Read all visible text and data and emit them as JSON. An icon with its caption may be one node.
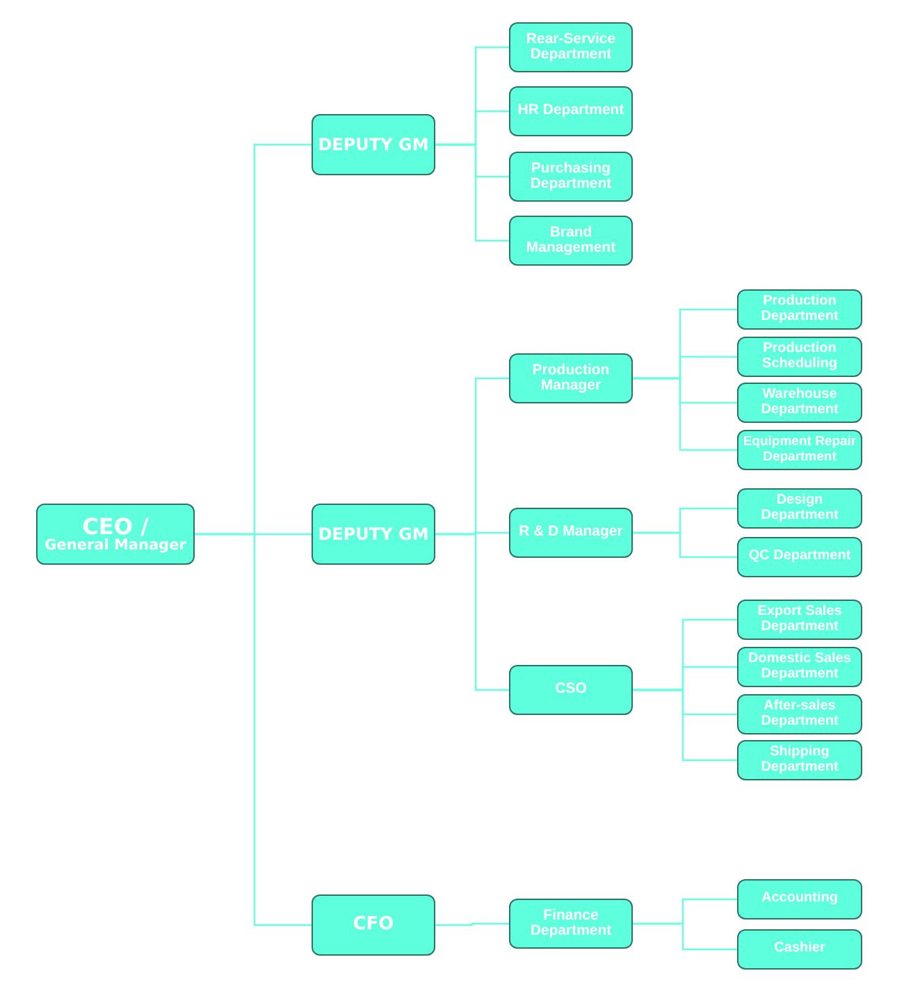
{
  "diagram": {
    "nodes": [
      {
        "text": [
          "CEO /",
          "General Manager"
        ]
      },
      {
        "text": [
          "DEPUTY GM"
        ]
      },
      {
        "text": [
          "Rear-Service Department"
        ]
      },
      {
        "text": [
          "HR Department"
        ]
      },
      {
        "text": [
          "Purchasing Department"
        ]
      },
      {
        "text": [
          "Brand Management"
        ]
      },
      {
        "text": [
          "DEPUTY GM"
        ]
      },
      {
        "text": [
          "Production Manager"
        ]
      },
      {
        "text": [
          "Production Department"
        ]
      },
      {
        "text": [
          "Production Scheduling"
        ]
      },
      {
        "text": [
          "Warehouse Department"
        ]
      },
      {
        "text": [
          "Equipment Repair Department"
        ]
      },
      {
        "text": [
          "R & D Manager"
        ]
      },
      {
        "text": [
          "Design Department"
        ]
      },
      {
        "text": [
          "QC Department"
        ]
      },
      {
        "text": [
          "CSO"
        ]
      },
      {
        "text": [
          "Export Sales Department"
        ]
      },
      {
        "text": [
          "Domestic Sales Department"
        ]
      },
      {
        "text": [
          "After-sales Department"
        ]
      },
      {
        "text": [
          "Shipping Department"
        ]
      },
      {
        "text": [
          "CFO"
        ]
      },
      {
        "text": [
          "Finance Department"
        ]
      },
      {
        "text": [
          "Accounting"
        ]
      },
      {
        "text": [
          "Cashier"
        ]
      }
    ],
    "edges": [
      {
        "from": 0,
        "to": 1,
        "arrow": "none"
      },
      {
        "from": 0,
        "to": 6,
        "arrow": "none"
      },
      {
        "from": 0,
        "to": 20,
        "arrow": "none"
      },
      {
        "from": 1,
        "to": 2,
        "arrow": "none"
      },
      {
        "from": 1,
        "to": 3,
        "arrow": "none"
      },
      {
        "from": 1,
        "to": 4,
        "arrow": "none"
      },
      {
        "from": 1,
        "to": 5,
        "arrow": "none"
      },
      {
        "from": 6,
        "to": 7,
        "arrow": "none"
      },
      {
        "from": 6,
        "to": 12,
        "arrow": "none"
      },
      {
        "from": 6,
        "to": 15,
        "arrow": "none"
      },
      {
        "from": 7,
        "to": 8,
        "arrow": "none"
      },
      {
        "from": 7,
        "to": 9,
        "arrow": "none"
      },
      {
        "from": 7,
        "to": 10,
        "arrow": "none"
      },
      {
        "from": 7,
        "to": 11,
        "arrow": "none"
      },
      {
        "from": 12,
        "to": 13,
        "arrow": "none"
      },
      {
        "from": 12,
        "to": 14,
        "arrow": "none"
      },
      {
        "from": 15,
        "to": 16,
        "arrow": "none"
      },
      {
        "from": 15,
        "to": 17,
        "arrow": "none"
      },
      {
        "from": 15,
        "to": 18,
        "arrow": "none"
      },
      {
        "from": 15,
        "to": 19,
        "arrow": "none"
      },
      {
        "from": 20,
        "to": 21,
        "arrow": "none"
      },
      {
        "from": 21,
        "to": 22,
        "arrow": "none"
      },
      {
        "from": 21,
        "to": 23,
        "arrow": "none"
      }
    ]
  }
}
